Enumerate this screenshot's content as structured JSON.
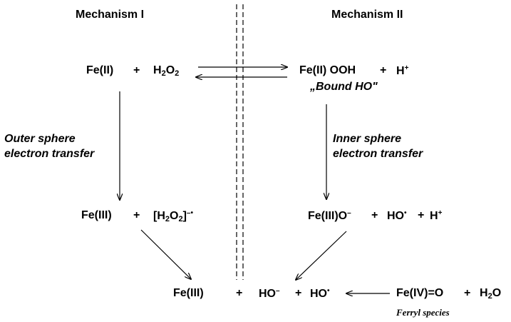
{
  "headers": {
    "mech1": "Mechanism I",
    "mech2": "Mechanism II"
  },
  "left": {
    "reactant_fe": "Fe(II)",
    "plus": "+",
    "h2o2": {
      "base1": "H",
      "sub1": "2",
      "base2": "O",
      "sub2": "2"
    },
    "label_line1": "Outer sphere",
    "label_line2": "electron transfer",
    "product_fe": "Fe(III)",
    "product_radical": {
      "open": "[H",
      "sub1": "2",
      "base2": "O",
      "sub2": "2",
      "close": "]",
      "charge": "–•"
    }
  },
  "right": {
    "reactant": "Fe(II) OOH",
    "plus": "+",
    "proton": {
      "base": "H",
      "sup": "+"
    },
    "bound": "„Bound HO\"",
    "label_line1": "Inner sphere",
    "label_line2": "electron transfer",
    "product_fe": {
      "base": "Fe(III)O",
      "sup": "–"
    },
    "product_ho": {
      "base": "HO",
      "sup": "•"
    },
    "product_h": {
      "base": "H",
      "sup": "+"
    }
  },
  "bottom": {
    "fe3": "Fe(III)",
    "plus": "+",
    "ho_minus": {
      "base": "HO",
      "sup": "–"
    },
    "ho_radical": {
      "base": "HO",
      "sup": "•"
    },
    "ferryl": "Fe(IV)=O",
    "water": {
      "base1": "H",
      "sub": "2",
      "base2": "O"
    },
    "ferryl_label": "Ferryl species"
  }
}
